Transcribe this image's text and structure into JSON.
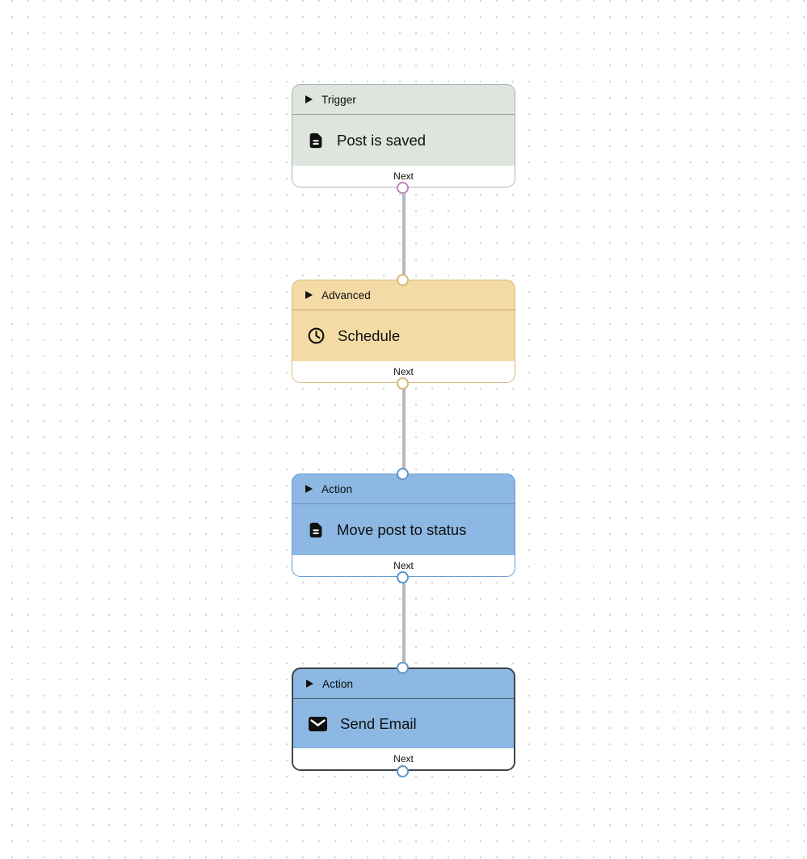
{
  "canvas": {
    "background": "#ffffff",
    "dot_grid_color": "#d5d5d5"
  },
  "palette": {
    "trigger_fill": "#dee4de",
    "trigger_border": "#a9b4a9",
    "advanced_fill": "#f4dba6",
    "advanced_border": "#d6b97e",
    "action_fill": "#8cb8e3",
    "action_border": "#679bce",
    "selected_border": "#3e454c",
    "connector_line": "#b7b7be",
    "port_trigger_out": "#b389b6",
    "port_advanced": "#d6b97e",
    "port_action": "#5e95c9"
  },
  "nodes": [
    {
      "category": "Trigger",
      "title": "Post is saved",
      "icon": "document-icon",
      "header_icon": "caret-right-icon",
      "footer_label": "Next",
      "selected": false
    },
    {
      "category": "Advanced",
      "title": "Schedule",
      "icon": "clock-icon",
      "header_icon": "caret-right-icon",
      "footer_label": "Next",
      "selected": false
    },
    {
      "category": "Action",
      "title": "Move post to status",
      "icon": "document-icon",
      "header_icon": "caret-right-icon",
      "footer_label": "Next",
      "selected": false
    },
    {
      "category": "Action",
      "title": "Send Email",
      "icon": "envelope-icon",
      "header_icon": "caret-right-icon",
      "footer_label": "Next",
      "selected": true
    }
  ]
}
